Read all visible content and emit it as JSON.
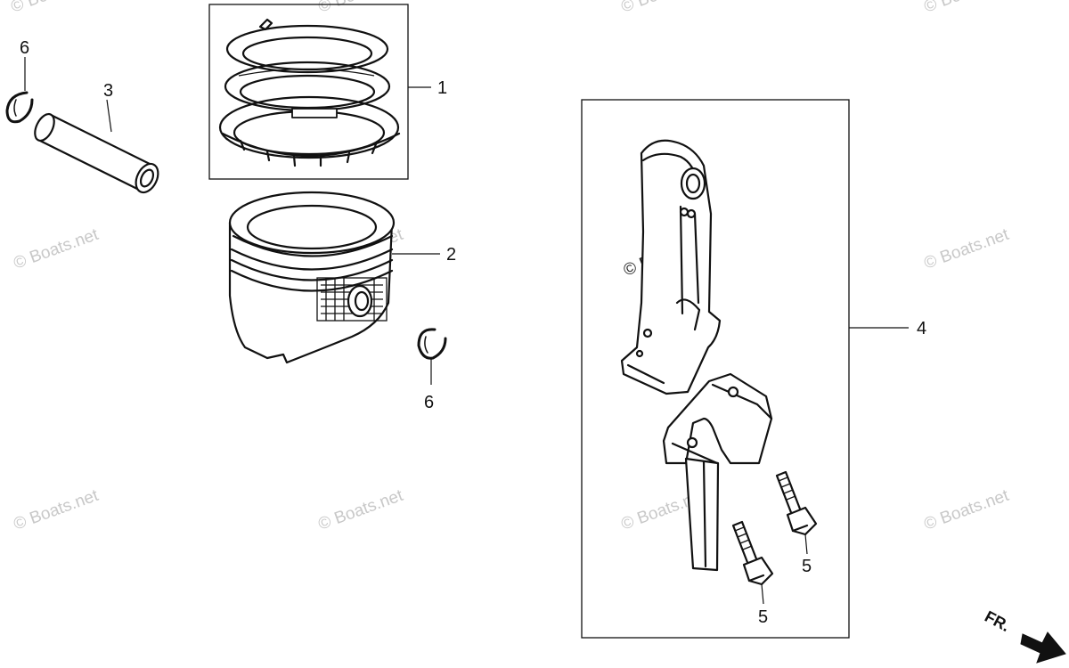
{
  "diagram": {
    "callouts": {
      "piston_ring_set": "1",
      "piston": "2",
      "piston_pin": "3",
      "connecting_rod_assembly": "4",
      "rod_bolt_upper": "5",
      "rod_bolt_lower": "5",
      "pin_clip_left": "6",
      "pin_clip_right": "6"
    },
    "watermark": "© Boats.net",
    "direction_indicator": "FR."
  }
}
